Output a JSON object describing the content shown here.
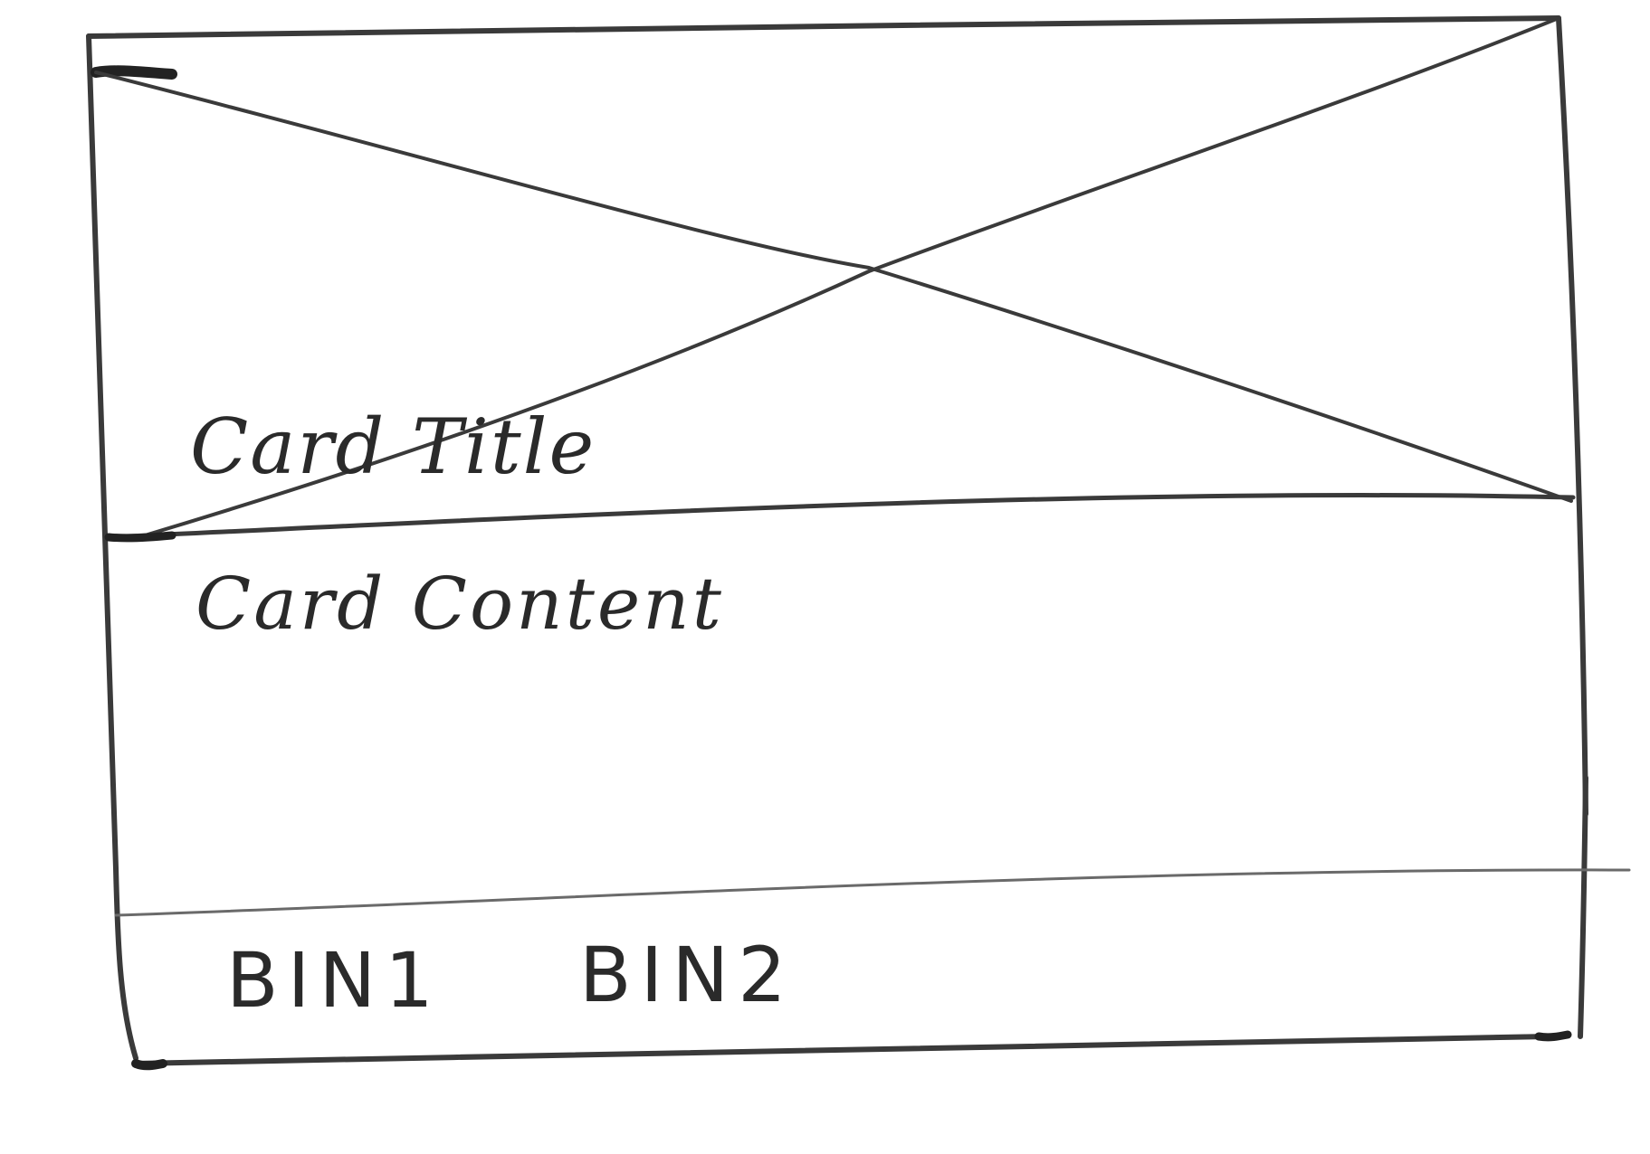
{
  "card": {
    "title": "Card Title",
    "content": "Card Content",
    "image_placeholder": "image-placeholder-icon"
  },
  "actions": {
    "button_1_label": "BIN1",
    "button_2_label": "BIN2"
  },
  "colors": {
    "ink": "#333333",
    "pencil": "#5a5a5a",
    "background": "#ffffff"
  }
}
